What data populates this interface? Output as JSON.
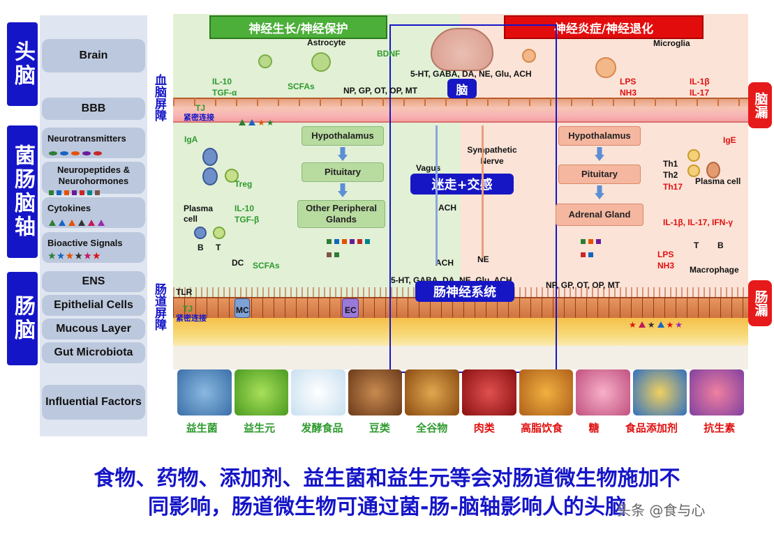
{
  "left_tabs": {
    "head": "头脑",
    "gut_brain_axis": "菌肠脑轴",
    "gut_brain": "肠脑"
  },
  "left_column": {
    "brain": "Brain",
    "bbb": "BBB",
    "neurotransmitters": "Neurotransmitters",
    "neuropeptides": "Neuropeptides & Neurohormones",
    "cytokines": "Cytokines",
    "bioactive": "Bioactive Signals",
    "ens": "ENS",
    "epithelial": "Epithelial Cells",
    "mucous": "Mucous Layer",
    "microbiota": "Gut Microbiota",
    "influential": "Influential Factors"
  },
  "barrier_labels": {
    "bbb": "血脑屏障",
    "gut": "肠道屏障"
  },
  "headers": {
    "left": "神经生长/神经保护",
    "right": "神经炎症/神经退化"
  },
  "top_labels": {
    "astrocyte": "Astrocyte",
    "bdnf": "BDNF",
    "microglia": "Microglia",
    "il10_top": "IL-10",
    "tgfa": "TGF-α",
    "scfas_top": "SCFAs",
    "ht_top": "5-HT, GABA, DA, NE, Glu, ACH",
    "np_top": "NP, GP, OT, OP, MT",
    "lps_top": "LPS",
    "nh3_top": "NH3",
    "il1b_top": "IL-1β",
    "il17_top": "IL-17",
    "brain_btn": "脑",
    "tj_top": "TJ",
    "tight_top": "紧密连接"
  },
  "left_panel": {
    "iga": "IgA",
    "treg": "Treg",
    "plasma": "Plasma cell",
    "il10": "IL-10",
    "tgfb": "TGF-β",
    "b": "B",
    "t": "T",
    "dc": "DC",
    "scfas": "SCFAs",
    "tlr": "TLR",
    "tj": "TJ",
    "tight": "紧密连接",
    "mc": "MC",
    "ec": "EC",
    "hypothalamus": "Hypothalamus",
    "pituitary": "Pituitary",
    "other_glands": "Other Peripheral Glands"
  },
  "center": {
    "vagus": "Vagus",
    "sympathetic": "Sympathetic Nerve",
    "vagus_btn": "迷走+交感",
    "ach_top": "ACH",
    "ach_low": "ACH",
    "ne": "NE",
    "ht_low": "5-HT, GABA, DA, NE, Glu, ACH",
    "ens_btn": "肠神经系统",
    "np_low": "NP, GP, OT, OP, MT"
  },
  "right_panel": {
    "hypothalamus": "Hypothalamus",
    "pituitary": "Pituitary",
    "adrenal": "Adrenal Gland",
    "ige": "IgE",
    "th1": "Th1",
    "th2": "Th2",
    "th17": "Th17",
    "plasma": "Plasma cell",
    "cytokines": "IL-1β, IL-17, IFN-γ",
    "t": "T",
    "b": "B",
    "lps": "LPS",
    "nh3": "NH3",
    "macrophage": "Macrophage",
    "brain_leak": "脑漏",
    "gut_leak": "肠漏"
  },
  "foods": {
    "good": [
      "益生菌",
      "益生元",
      "发酵食品",
      "豆类",
      "全谷物"
    ],
    "bad": [
      "肉类",
      "高脂饮食",
      "糖",
      "食品添加剂",
      "抗生素"
    ]
  },
  "caption": {
    "line1": "食物、药物、添加剂、益生菌和益生元等会对肠道微生物施加不",
    "line2": "同影响，肠道微生物可通过菌-肠-脑轴影响人的头脑"
  },
  "watermark": "头条 @食与心",
  "colors": {
    "blue": "#1515c8",
    "green": "#2e9a2e",
    "red": "#e01010",
    "leak": "#e61a1a"
  }
}
